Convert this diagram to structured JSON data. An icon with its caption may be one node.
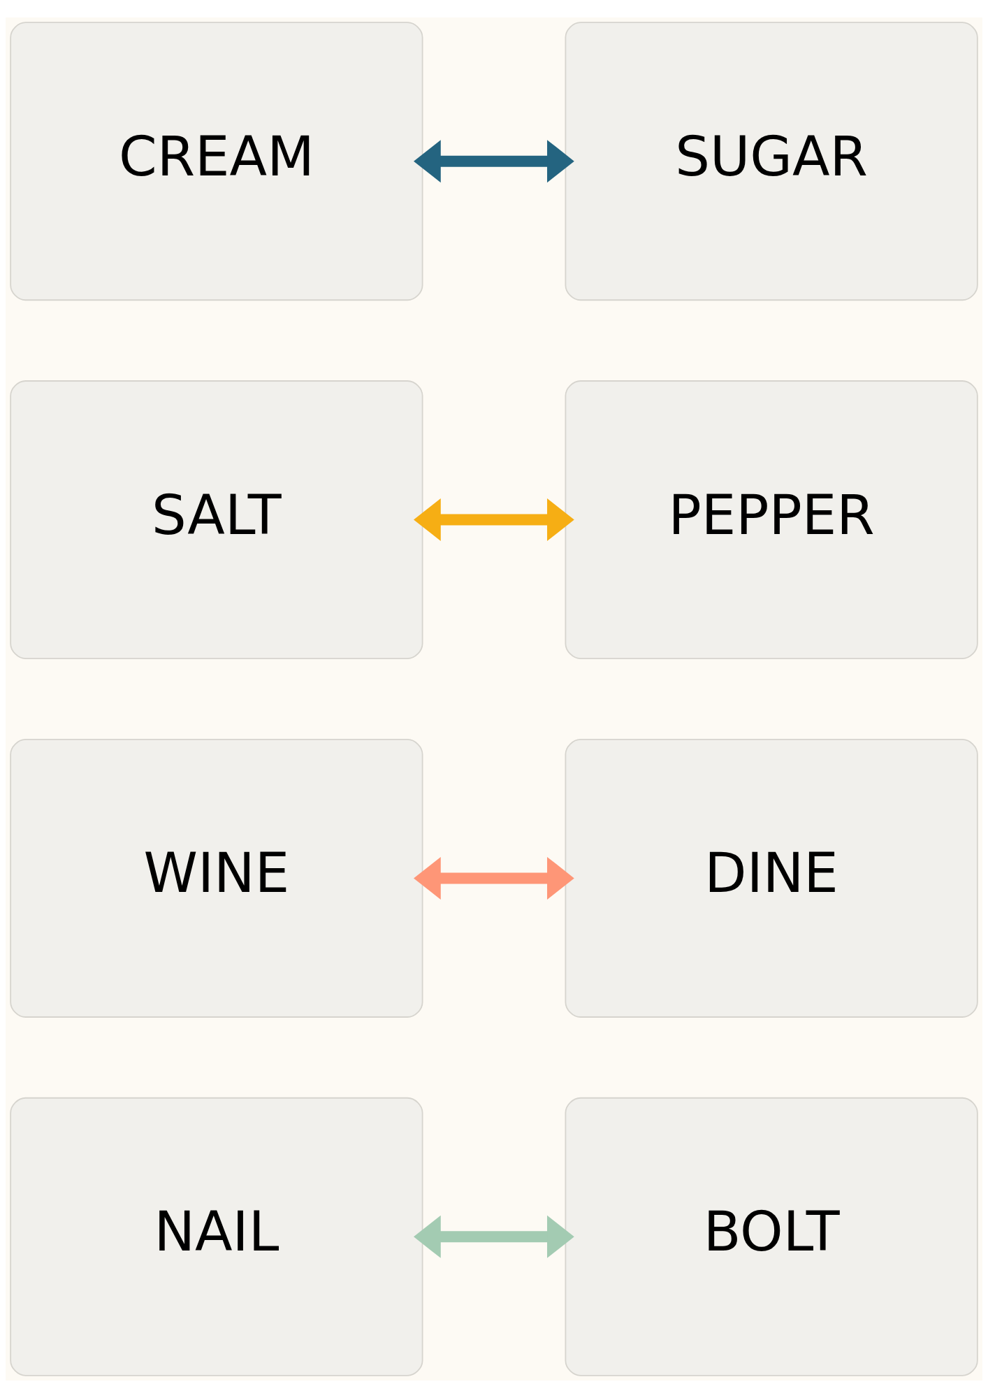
{
  "diagram": {
    "nodes": [
      {
        "text": [
          "CREAM"
        ]
      },
      {
        "text": [
          "SUGAR"
        ]
      },
      {
        "text": [
          "SALT"
        ]
      },
      {
        "text": [
          "PEPPER"
        ]
      },
      {
        "text": [
          "WINE"
        ]
      },
      {
        "text": [
          "DINE"
        ]
      },
      {
        "text": [
          "NAIL"
        ]
      },
      {
        "text": [
          "BOLT"
        ]
      }
    ],
    "edges": [
      {
        "from": 0,
        "to": 1,
        "arrow": "both",
        "color": "#246480"
      },
      {
        "from": 2,
        "to": 3,
        "arrow": "both",
        "color": "#f6ae14"
      },
      {
        "from": 4,
        "to": 5,
        "arrow": "both",
        "color": "#fe9677"
      },
      {
        "from": 6,
        "to": 7,
        "arrow": "both",
        "color": "#a3cbb2"
      }
    ]
  }
}
